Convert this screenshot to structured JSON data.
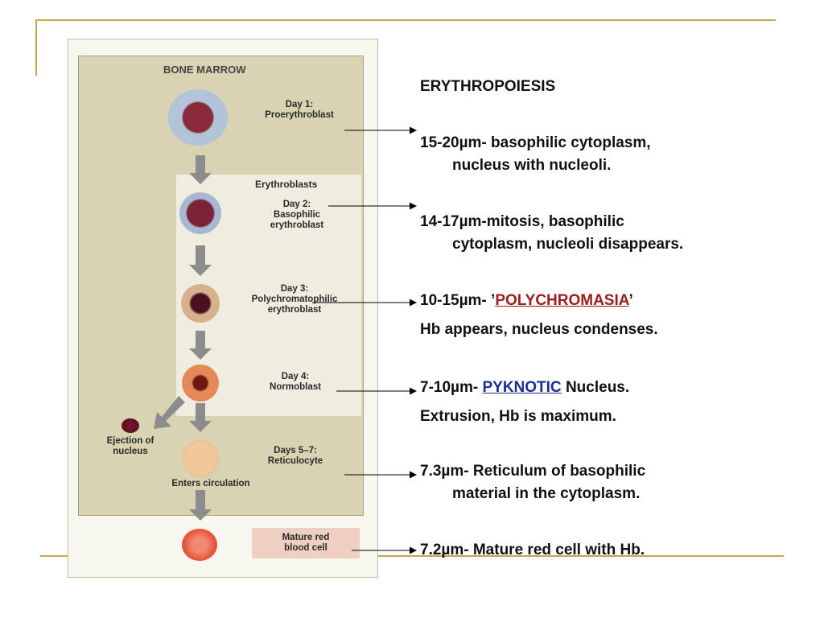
{
  "figure": {
    "bone_marrow_label": "BONE MARROW",
    "erythroblasts_label": "Erythroblasts",
    "stages": [
      {
        "day": "Day 1:",
        "name": "Proerythroblast"
      },
      {
        "day": "Day 2:",
        "name": "Basophilic\nerythroblast"
      },
      {
        "day": "Day 3:",
        "name": "Polychromatophilic\nerythroblast"
      },
      {
        "day": "Day 4:",
        "name": "Normoblast"
      },
      {
        "day": "Days 5–7:",
        "name": "Reticulocyte"
      }
    ],
    "ejection_label": "Ejection of\nnucleus",
    "enters_circulation_label": "Enters circulation",
    "mature_label": "Mature red\nblood cell"
  },
  "title": "ERYTHROPOIESIS",
  "entries": [
    {
      "line1": "15-20µm- basophilic cytoplasm,",
      "line2": "nucleus with nucleoli."
    },
    {
      "line1": "14-17µm-mitosis, basophilic",
      "line2": "cytoplasm, nucleoli disappears."
    },
    {
      "line1_pre": "10-15µm- ’",
      "line1_hl": "POLYCHROMASIA",
      "line1_post": "’",
      "line2": "Hb appears, nucleus condenses."
    },
    {
      "line1_pre": "7-10µm- ",
      "line1_hl": "PYKNOTIC",
      "line1_post": " Nucleus.",
      "line2": "Extrusion, Hb is maximum."
    },
    {
      "line1": "7.3µm- Reticulum of basophilic",
      "line2": "material in the cytoplasm."
    },
    {
      "line1": "7.2µm- Mature red cell with Hb."
    }
  ],
  "colors": {
    "accent_rule": "#c9a646",
    "highlight_red": "#9b1c1c",
    "highlight_blue": "#1c2d8f"
  }
}
